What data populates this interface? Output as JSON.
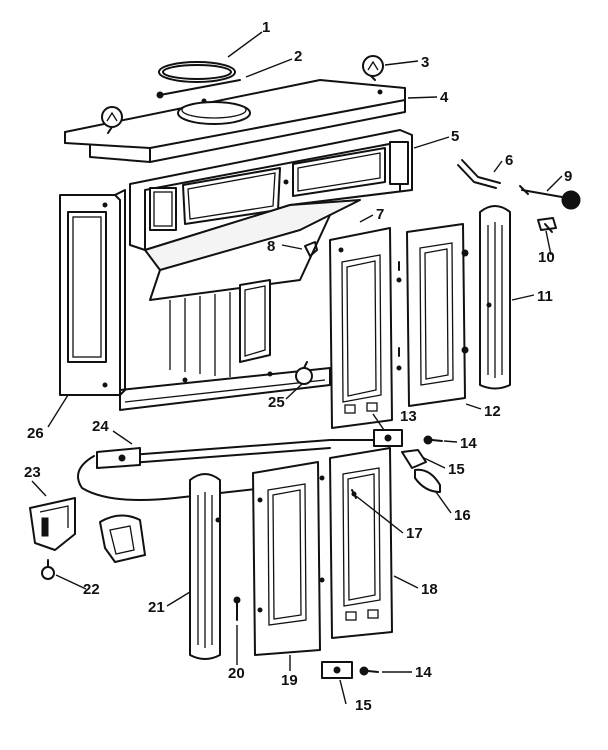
{
  "callouts": [
    {
      "id": "1",
      "text": "1"
    },
    {
      "id": "2",
      "text": "2"
    },
    {
      "id": "3",
      "text": "3"
    },
    {
      "id": "4",
      "text": "4"
    },
    {
      "id": "5",
      "text": "5"
    },
    {
      "id": "6",
      "text": "6"
    },
    {
      "id": "7",
      "text": "7"
    },
    {
      "id": "8",
      "text": "8"
    },
    {
      "id": "9",
      "text": "9"
    },
    {
      "id": "10",
      "text": "10"
    },
    {
      "id": "11",
      "text": "11"
    },
    {
      "id": "12",
      "text": "12"
    },
    {
      "id": "13",
      "text": "13"
    },
    {
      "id": "14a",
      "text": "14"
    },
    {
      "id": "14b",
      "text": "14"
    },
    {
      "id": "15a",
      "text": "15"
    },
    {
      "id": "15b",
      "text": "15"
    },
    {
      "id": "16",
      "text": "16"
    },
    {
      "id": "17",
      "text": "17"
    },
    {
      "id": "18",
      "text": "18"
    },
    {
      "id": "19",
      "text": "19"
    },
    {
      "id": "20",
      "text": "20"
    },
    {
      "id": "21",
      "text": "21"
    },
    {
      "id": "22",
      "text": "22"
    },
    {
      "id": "23",
      "text": "23"
    },
    {
      "id": "24",
      "text": "24"
    },
    {
      "id": "25",
      "text": "25"
    },
    {
      "id": "26",
      "text": "26"
    }
  ],
  "colors": {
    "ink": "#111111",
    "paper": "#ffffff"
  }
}
